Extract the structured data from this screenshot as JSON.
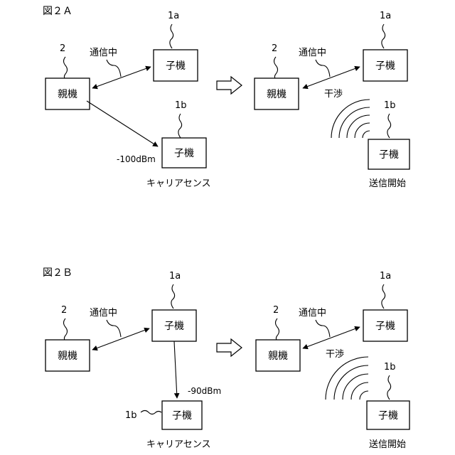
{
  "figA": {
    "title": "図２Ａ",
    "left": {
      "parent_id": "2",
      "parent_label": "親機",
      "child_a_id": "1a",
      "child_a_label": "子機",
      "child_b_id": "1b",
      "child_b_label": "子機",
      "comm_label": "通信中",
      "signal_label": "-100dBm",
      "caption": "キャリアセンス"
    },
    "right": {
      "parent_id": "2",
      "parent_label": "親機",
      "child_a_id": "1a",
      "child_a_label": "子機",
      "child_b_id": "1b",
      "child_b_label": "子機",
      "comm_label": "通信中",
      "interference_label": "干渉",
      "caption": "送信開始"
    }
  },
  "figB": {
    "title": "図２Ｂ",
    "left": {
      "parent_id": "2",
      "parent_label": "親機",
      "child_a_id": "1a",
      "child_a_label": "子機",
      "child_b_id": "1b",
      "child_b_label": "子機",
      "comm_label": "通信中",
      "signal_label": "-90dBm",
      "caption": "キャリアセンス"
    },
    "right": {
      "parent_id": "2",
      "parent_label": "親機",
      "child_a_id": "1a",
      "child_a_label": "子機",
      "child_b_id": "1b",
      "child_b_label": "子機",
      "comm_label": "通信中",
      "interference_label": "干渉",
      "caption": "送信開始"
    }
  }
}
